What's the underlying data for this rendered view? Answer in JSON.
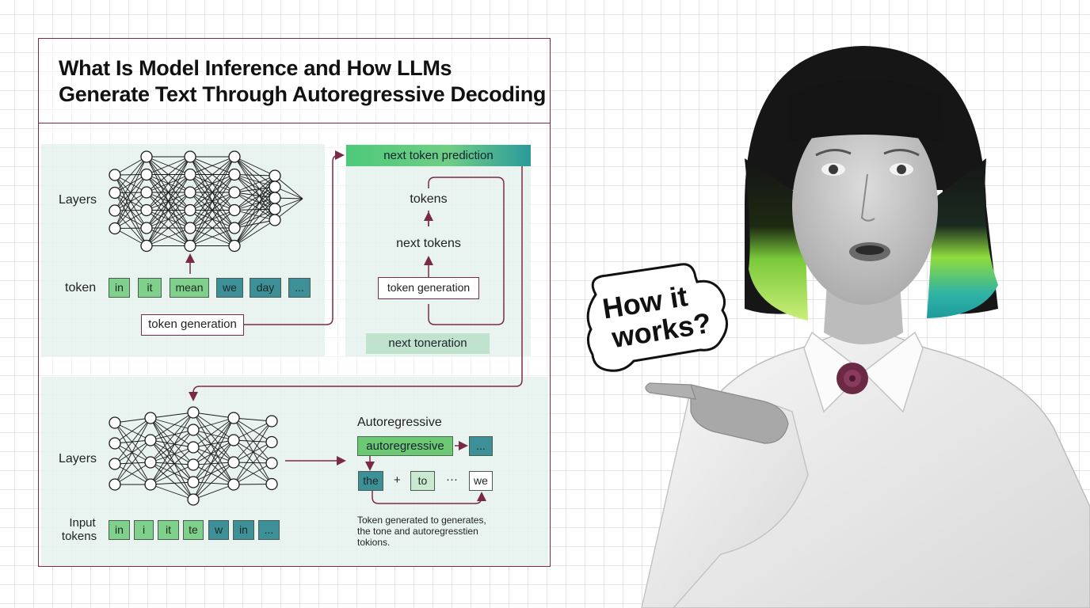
{
  "title": {
    "line1": "What Is Model Inference and How LLMs",
    "line2": "Generate Text Through Autoregressive Decoding"
  },
  "section_top": {
    "layers_label": "Layers",
    "token_label": "token",
    "tokens": [
      {
        "text": "in",
        "color": "green"
      },
      {
        "text": "it",
        "color": "green"
      },
      {
        "text": "mean",
        "color": "green"
      },
      {
        "text": "we",
        "color": "teal"
      },
      {
        "text": "day",
        "color": "teal"
      },
      {
        "text": "...",
        "color": "teal"
      }
    ],
    "token_generation_box": "token generation"
  },
  "section_prediction": {
    "banner": "next token prediction",
    "tokens_label": "tokens",
    "next_tokens_label": "next tokens",
    "token_generation_box": "token generation",
    "bottom_banner": "next toneration"
  },
  "section_bottom": {
    "layers_label": "Layers",
    "input_tokens_label_line1": "Input",
    "input_tokens_label_line2": "tokens",
    "input_tokens": [
      {
        "text": "in",
        "color": "green"
      },
      {
        "text": "i",
        "color": "green"
      },
      {
        "text": "it",
        "color": "green"
      },
      {
        "text": "te",
        "color": "green"
      },
      {
        "text": "w",
        "color": "teal"
      },
      {
        "text": "in",
        "color": "teal"
      },
      {
        "text": "...",
        "color": "teal"
      }
    ],
    "autoregressive_heading": "Autoregressive",
    "autoregressive_bar": "autoregressive",
    "autoregressive_more": "...",
    "sequence": {
      "the": "the",
      "plus": "+",
      "to": "to",
      "ellipsis": "···",
      "we": "we"
    },
    "caption_line1": "Token generated to generates,",
    "caption_line2": "the tone and autoregresstien",
    "caption_line3": "tokions."
  },
  "speech_bubble": {
    "line1": "How it",
    "line2": "works?"
  },
  "colors": {
    "accent": "#7a2a45",
    "green": "#7fd08a",
    "teal": "#3d9098",
    "panel": "#e0f0ec",
    "hair_green": "#b4e64a",
    "hair_teal": "#2aa8a8"
  }
}
